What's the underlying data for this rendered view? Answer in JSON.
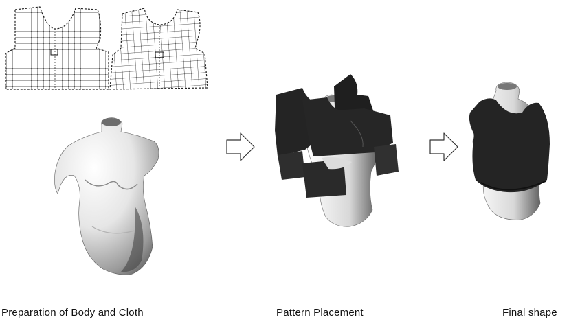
{
  "figure": {
    "steps": [
      {
        "id": "preparation",
        "caption": "Preparation of Body and Cloth"
      },
      {
        "id": "placement",
        "caption": "Pattern Placement"
      },
      {
        "id": "final",
        "caption": "Final shape"
      }
    ],
    "arrows": [
      "right-arrow-icon",
      "right-arrow-icon"
    ],
    "colors": {
      "body_light": "#f4f4f4",
      "body_shadow": "#6a6a6a",
      "cloth": "#242424",
      "mesh": "#222222"
    }
  }
}
